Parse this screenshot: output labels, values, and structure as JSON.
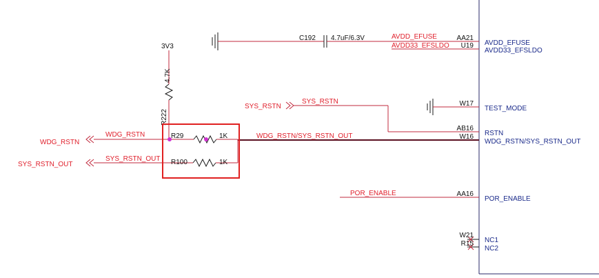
{
  "colors": {
    "wire": "#c0283c",
    "net_label": "#e0202c",
    "pin_name": "#1a2a8a",
    "highlight_box": "#e02020",
    "junction": "#d030d0",
    "component": "#1a1a1a"
  },
  "ic": {
    "pins": [
      {
        "number": "AA21",
        "name": "AVDD_EFUSE"
      },
      {
        "number": "U19",
        "name": "AVDD33_EFSLDO"
      },
      {
        "number": "W17",
        "name": "TEST_MODE"
      },
      {
        "number": "AB16",
        "name": "RSTN"
      },
      {
        "number": "W16",
        "name": "WDG_RSTN/SYS_RSTN_OUT"
      },
      {
        "number": "AA16",
        "name": "POR_ENABLE"
      },
      {
        "number": "W21",
        "name": "NC1"
      },
      {
        "number": "R15",
        "name": "NC2"
      }
    ]
  },
  "nets": {
    "avdd_efuse": "AVDD_EFUSE",
    "avdd33_efsldo": "AVDD33_EFSLDO",
    "sys_rstn": "SYS_RSTN",
    "wdg_sys": "WDG_RSTN/SYS_RSTN_OUT",
    "wdg_rstn": "WDG_RSTN",
    "sys_rstn_out": "SYS_RSTN_OUT",
    "por_enable": "POR_ENABLE",
    "rail": "3V3"
  },
  "ports": {
    "sys_rstn_in": "SYS_RSTN",
    "wdg_rstn_out": "WDG_RSTN",
    "sys_rstn_out": "SYS_RSTN_OUT"
  },
  "components": {
    "c192": {
      "ref": "C192",
      "value": "4.7uF/6.3V"
    },
    "r222": {
      "ref": "R222",
      "value": "4.7K"
    },
    "r29": {
      "ref": "R29",
      "value": "1K"
    },
    "r100": {
      "ref": "R100",
      "value": "1K"
    }
  }
}
